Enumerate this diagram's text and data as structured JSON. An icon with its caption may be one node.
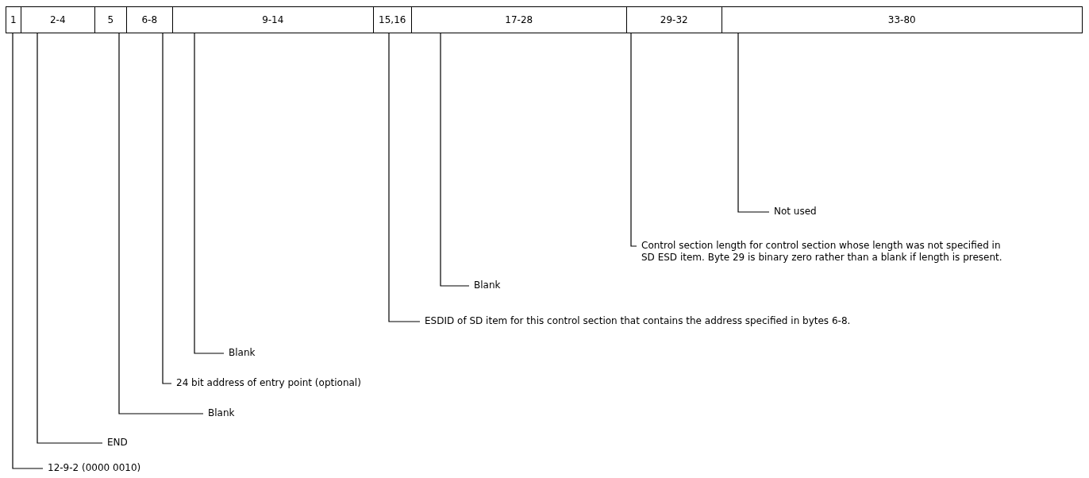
{
  "diagram": {
    "nodes": [
      {
        "text": [
          "1"
        ]
      },
      {
        "text": [
          "2-4"
        ]
      },
      {
        "text": [
          "5"
        ]
      },
      {
        "text": [
          "6-8"
        ]
      },
      {
        "text": [
          "9-14"
        ]
      },
      {
        "text": [
          "15,16"
        ]
      },
      {
        "text": [
          "17-28"
        ]
      },
      {
        "text": [
          "29-32"
        ]
      },
      {
        "text": [
          "33-80"
        ]
      },
      {
        "text": [
          "Not used"
        ]
      },
      {
        "text": [
          "Control section length for control section whose length was not specified in SD ESD item.  Byte 29 is binary zero rather than a blank if length is present."
        ]
      },
      {
        "text": [
          "Blank"
        ]
      },
      {
        "text": [
          "ESDID of SD item for this control section that contains the address specified in bytes 6-8."
        ]
      },
      {
        "text": [
          "Blank"
        ]
      },
      {
        "text": [
          "24 bit address of entry point (optional)"
        ]
      },
      {
        "text": [
          "Blank"
        ]
      },
      {
        "text": [
          "END"
        ]
      },
      {
        "text": [
          "12-9-2 (0000 0010)"
        ]
      }
    ],
    "edges": [
      {
        "from": 9,
        "to": 8,
        "arrow": "none"
      },
      {
        "from": 10,
        "to": 7,
        "arrow": "none"
      },
      {
        "from": 11,
        "to": 6,
        "arrow": "none"
      },
      {
        "from": 12,
        "to": 5,
        "arrow": "none"
      },
      {
        "from": 13,
        "to": 4,
        "arrow": "none"
      },
      {
        "from": 14,
        "to": 3,
        "arrow": "none"
      },
      {
        "from": 15,
        "to": 2,
        "arrow": "none"
      },
      {
        "from": 16,
        "to": 1,
        "arrow": "none"
      },
      {
        "from": 17,
        "to": 0,
        "arrow": "none"
      }
    ]
  }
}
